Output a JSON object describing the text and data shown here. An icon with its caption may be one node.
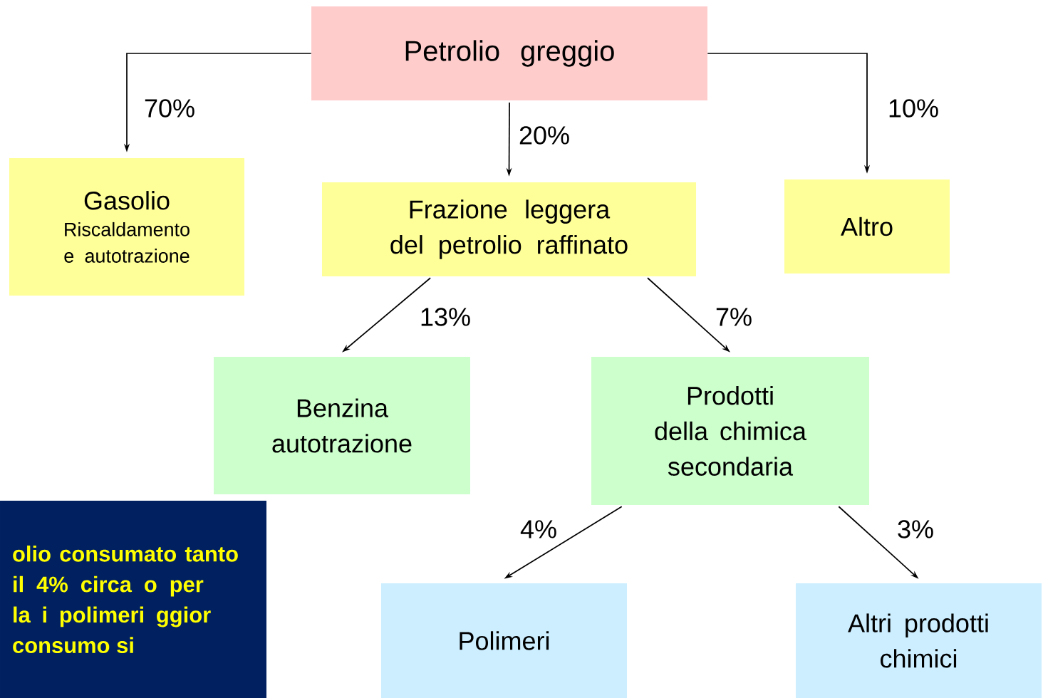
{
  "diagram": {
    "nodes": [
      {
        "text": [
          "Petrolio greggio"
        ]
      },
      {
        "text": [
          "Gasolio",
          "Riscaldamento e autotrazione"
        ]
      },
      {
        "text": [
          "Frazione leggera del petrolio raffinato"
        ]
      },
      {
        "text": [
          "Altro"
        ]
      },
      {
        "text": [
          "Benzina autotrazione"
        ]
      },
      {
        "text": [
          "Prodotti della chimica secondaria"
        ]
      },
      {
        "text": [
          "Polimeri"
        ]
      },
      {
        "text": [
          "Altri prodotti chimici"
        ]
      },
      {
        "text": [
          "olio consumato tanto il 4% circa o per la i polimeri ggior consumo si"
        ]
      }
    ],
    "edges": [
      {
        "from": 0,
        "to": 1,
        "arrow": "to",
        "label": "70%"
      },
      {
        "from": 0,
        "to": 2,
        "arrow": "to",
        "label": "20%"
      },
      {
        "from": 0,
        "to": 3,
        "arrow": "to",
        "label": "10%"
      },
      {
        "from": 2,
        "to": 4,
        "arrow": "to",
        "label": "13%"
      },
      {
        "from": 2,
        "to": 5,
        "arrow": "to",
        "label": "7%"
      },
      {
        "from": 5,
        "to": 6,
        "arrow": "to",
        "label": "4%"
      },
      {
        "from": 5,
        "to": 7,
        "arrow": "to",
        "label": "3%"
      }
    ]
  }
}
